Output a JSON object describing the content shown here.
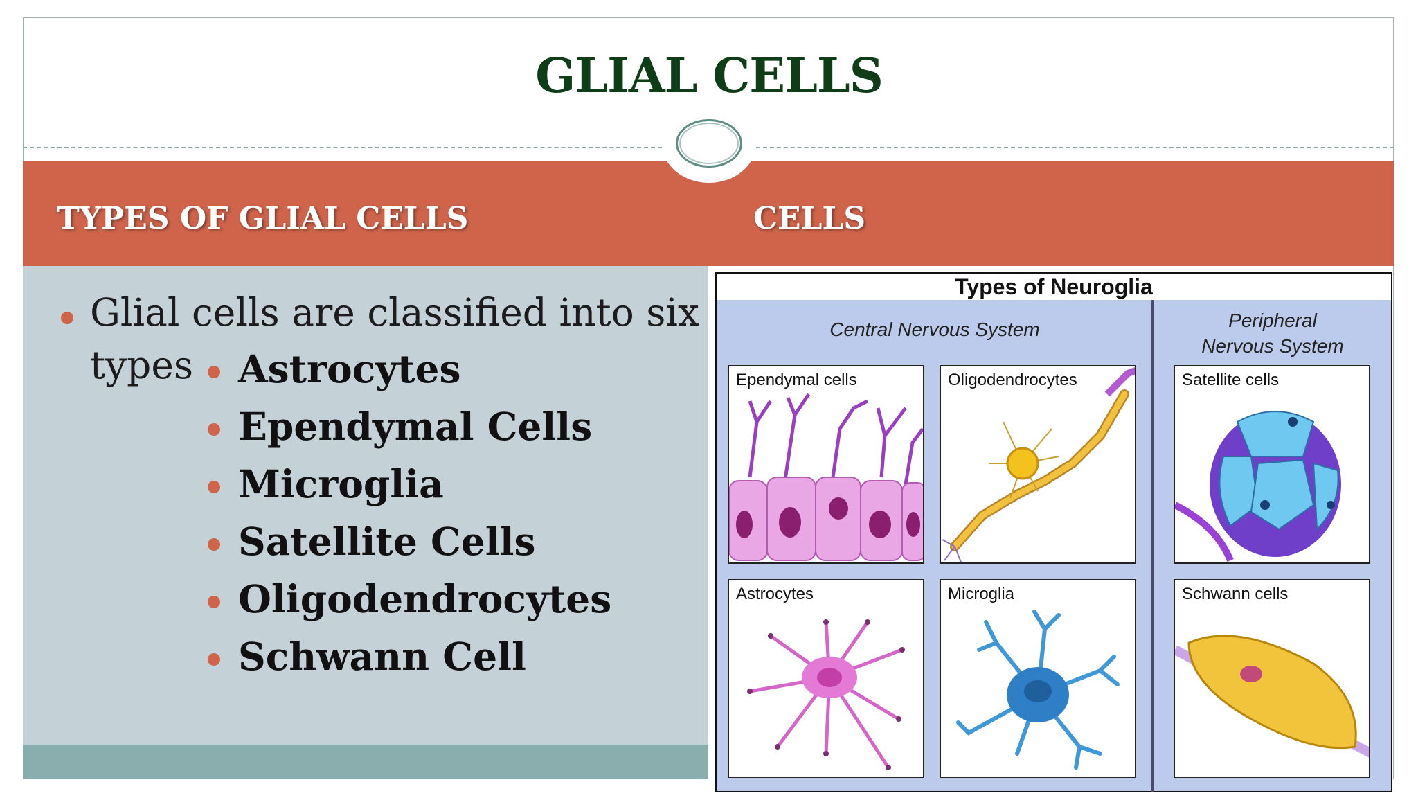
{
  "slide": {
    "title": "GLIAL CELLS",
    "header_left": "TYPES OF GLIAL CELLS",
    "header_right": "CELLS"
  },
  "content": {
    "intro_line1": "Glial cells are classified into six",
    "intro_line2": "types",
    "types": [
      "Astrocytes",
      "Ependymal Cells",
      "Microglia",
      "Satellite Cells",
      "Oligodendrocytes",
      "Schwann Cell"
    ]
  },
  "figure": {
    "title": "Types of Neuroglia",
    "cns_label": "Central Nervous System",
    "pns_label_line1": "Peripheral",
    "pns_label_line2": "Nervous System",
    "cells": {
      "ependymal": "Ependymal cells",
      "oligodendrocytes": "Oligodendrocytes",
      "satellite": "Satellite cells",
      "astrocytes": "Astrocytes",
      "microglia": "Microglia",
      "schwann": "Schwann cells"
    }
  },
  "colors": {
    "title": "#0f3d17",
    "header_band": "#d0644b",
    "left_panel": "#c4d1d6",
    "footer_bar": "#8aadad",
    "figure_bg": "#bccbec"
  }
}
